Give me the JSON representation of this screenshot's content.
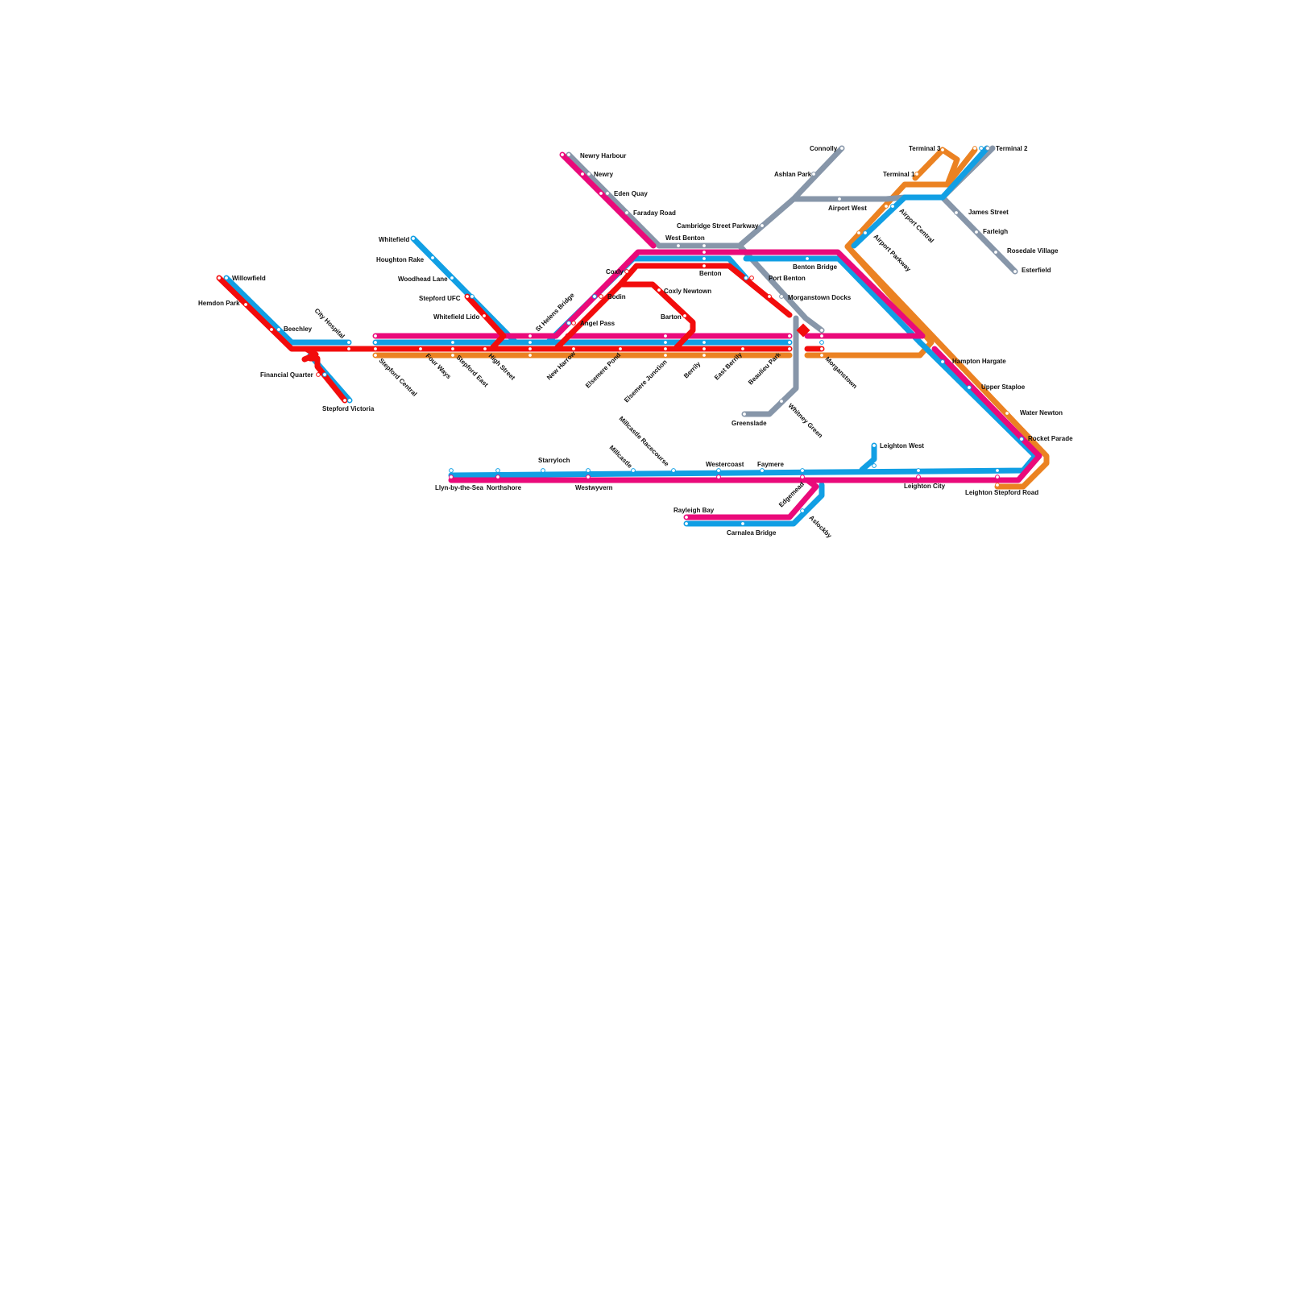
{
  "lines": [
    {
      "id": "red",
      "color": "#f20c0c"
    },
    {
      "id": "blue",
      "color": "#119fe4"
    },
    {
      "id": "pink",
      "color": "#ea0a7a"
    },
    {
      "id": "orange",
      "color": "#eb8222"
    },
    {
      "id": "grey",
      "color": "#8796a9"
    }
  ],
  "stations": [
    {
      "id": "willowfield",
      "name": "Willowfield"
    },
    {
      "id": "hemdon-park",
      "name": "Hemdon Park"
    },
    {
      "id": "beechley",
      "name": "Beechley"
    },
    {
      "id": "city-hospital",
      "name": "City Hospital"
    },
    {
      "id": "financial-quarter",
      "name": "Financial Quarter"
    },
    {
      "id": "stepford-victoria",
      "name": "Stepford Victoria"
    },
    {
      "id": "stepford-central",
      "name": "Stepford Central"
    },
    {
      "id": "four-ways",
      "name": "Four Ways"
    },
    {
      "id": "stepford-east",
      "name": "Stepford East"
    },
    {
      "id": "high-street",
      "name": "High Street"
    },
    {
      "id": "whitefield",
      "name": "Whitefield"
    },
    {
      "id": "houghton-rake",
      "name": "Houghton Rake"
    },
    {
      "id": "woodhead-lane",
      "name": "Woodhead Lane"
    },
    {
      "id": "stepford-ufc",
      "name": "Stepford UFC"
    },
    {
      "id": "whitefield-lido",
      "name": "Whitefield Lido"
    },
    {
      "id": "st-helens-bridge",
      "name": "St Helens Bridge"
    },
    {
      "id": "new-harrow",
      "name": "New Harrow"
    },
    {
      "id": "angel-pass",
      "name": "Angel Pass"
    },
    {
      "id": "bodin",
      "name": "Bodin"
    },
    {
      "id": "coxly",
      "name": "Coxly"
    },
    {
      "id": "coxly-newtown",
      "name": "Coxly Newtown"
    },
    {
      "id": "barton",
      "name": "Barton"
    },
    {
      "id": "elsemere-pond",
      "name": "Elsemere Pond"
    },
    {
      "id": "elsemere-junction",
      "name": "Elsemere Junction"
    },
    {
      "id": "berrily",
      "name": "Berrily"
    },
    {
      "id": "east-berrily",
      "name": "East Berrily"
    },
    {
      "id": "beaulieu-park",
      "name": "Beaulieu Park"
    },
    {
      "id": "morganstown",
      "name": "Morganstown"
    },
    {
      "id": "newry-harbour",
      "name": "Newry Harbour"
    },
    {
      "id": "newry",
      "name": "Newry"
    },
    {
      "id": "eden-quay",
      "name": "Eden Quay"
    },
    {
      "id": "faraday-road",
      "name": "Faraday Road"
    },
    {
      "id": "west-benton",
      "name": "West Benton"
    },
    {
      "id": "benton",
      "name": "Benton"
    },
    {
      "id": "cambridge-street-parkway",
      "name": "Cambridge Street Parkway"
    },
    {
      "id": "benton-bridge",
      "name": "Benton Bridge"
    },
    {
      "id": "port-benton",
      "name": "Port Benton"
    },
    {
      "id": "morganstown-docks",
      "name": "Morganstown Docks"
    },
    {
      "id": "whitney-green",
      "name": "Whitney Green"
    },
    {
      "id": "greenslade",
      "name": "Greenslade"
    },
    {
      "id": "connolly",
      "name": "Connolly"
    },
    {
      "id": "ashlan-park",
      "name": "Ashlan Park"
    },
    {
      "id": "airport-west",
      "name": "Airport West"
    },
    {
      "id": "terminal-3",
      "name": "Terminal 3"
    },
    {
      "id": "terminal-1",
      "name": "Terminal 1"
    },
    {
      "id": "terminal-2",
      "name": "Terminal 2"
    },
    {
      "id": "airport-central",
      "name": "Airport Central"
    },
    {
      "id": "airport-parkway",
      "name": "Airport Parkway"
    },
    {
      "id": "james-street",
      "name": "James Street"
    },
    {
      "id": "farleigh",
      "name": "Farleigh"
    },
    {
      "id": "rosedale-village",
      "name": "Rosedale Village"
    },
    {
      "id": "esterfield",
      "name": "Esterfield"
    },
    {
      "id": "hampton-hargate",
      "name": "Hampton Hargate"
    },
    {
      "id": "upper-staploe",
      "name": "Upper Staploe"
    },
    {
      "id": "water-newton",
      "name": "Water Newton"
    },
    {
      "id": "rocket-parade",
      "name": "Rocket Parade"
    },
    {
      "id": "leighton-stepford-road",
      "name": "Leighton Stepford Road"
    },
    {
      "id": "leighton-city",
      "name": "Leighton City"
    },
    {
      "id": "leighton-west",
      "name": "Leighton West"
    },
    {
      "id": "faymere",
      "name": "Faymere"
    },
    {
      "id": "westercoast",
      "name": "Westercoast"
    },
    {
      "id": "millcastle-racecourse",
      "name": "Millcastle Racecourse"
    },
    {
      "id": "millcastle",
      "name": "Millcastle"
    },
    {
      "id": "westwyvern",
      "name": "Westwyvern"
    },
    {
      "id": "starryloch",
      "name": "Starryloch"
    },
    {
      "id": "northshore",
      "name": "Northshore"
    },
    {
      "id": "llyn-by-the-sea",
      "name": "Llyn-by-the-Sea"
    },
    {
      "id": "edgemead",
      "name": "Edgemead"
    },
    {
      "id": "rayleigh-bay",
      "name": "Rayleigh Bay"
    },
    {
      "id": "carnalea-bridge",
      "name": "Carnalea Bridge"
    },
    {
      "id": "aslockby",
      "name": "Aslockby"
    }
  ]
}
